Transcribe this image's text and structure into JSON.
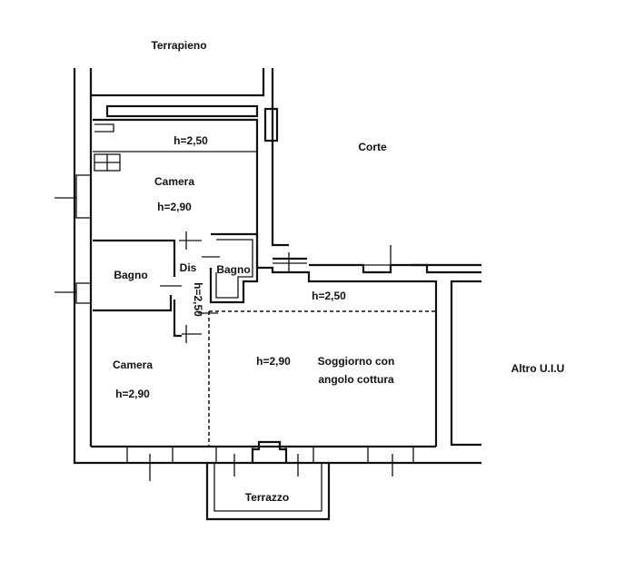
{
  "labels": {
    "terrapieno": "Terrapieno",
    "corte": "Corte",
    "top_strip_height": "h=2,50",
    "camera_top": "Camera",
    "camera_top_height": "h=2,90",
    "bagno_left": "Bagno",
    "dis": "Dis",
    "bagno_right": "Bagno",
    "dis_height": "h=2,50",
    "soggiorno_strip_height": "h=2,50",
    "camera_bottom": "Camera",
    "camera_bottom_height": "h=2,90",
    "soggiorno_height": "h=2,90",
    "soggiorno_line1": "Soggiorno con",
    "soggiorno_line2": "angolo cottura",
    "altro": "Altro U.I.U",
    "terrazzo": "Terrazzo"
  }
}
